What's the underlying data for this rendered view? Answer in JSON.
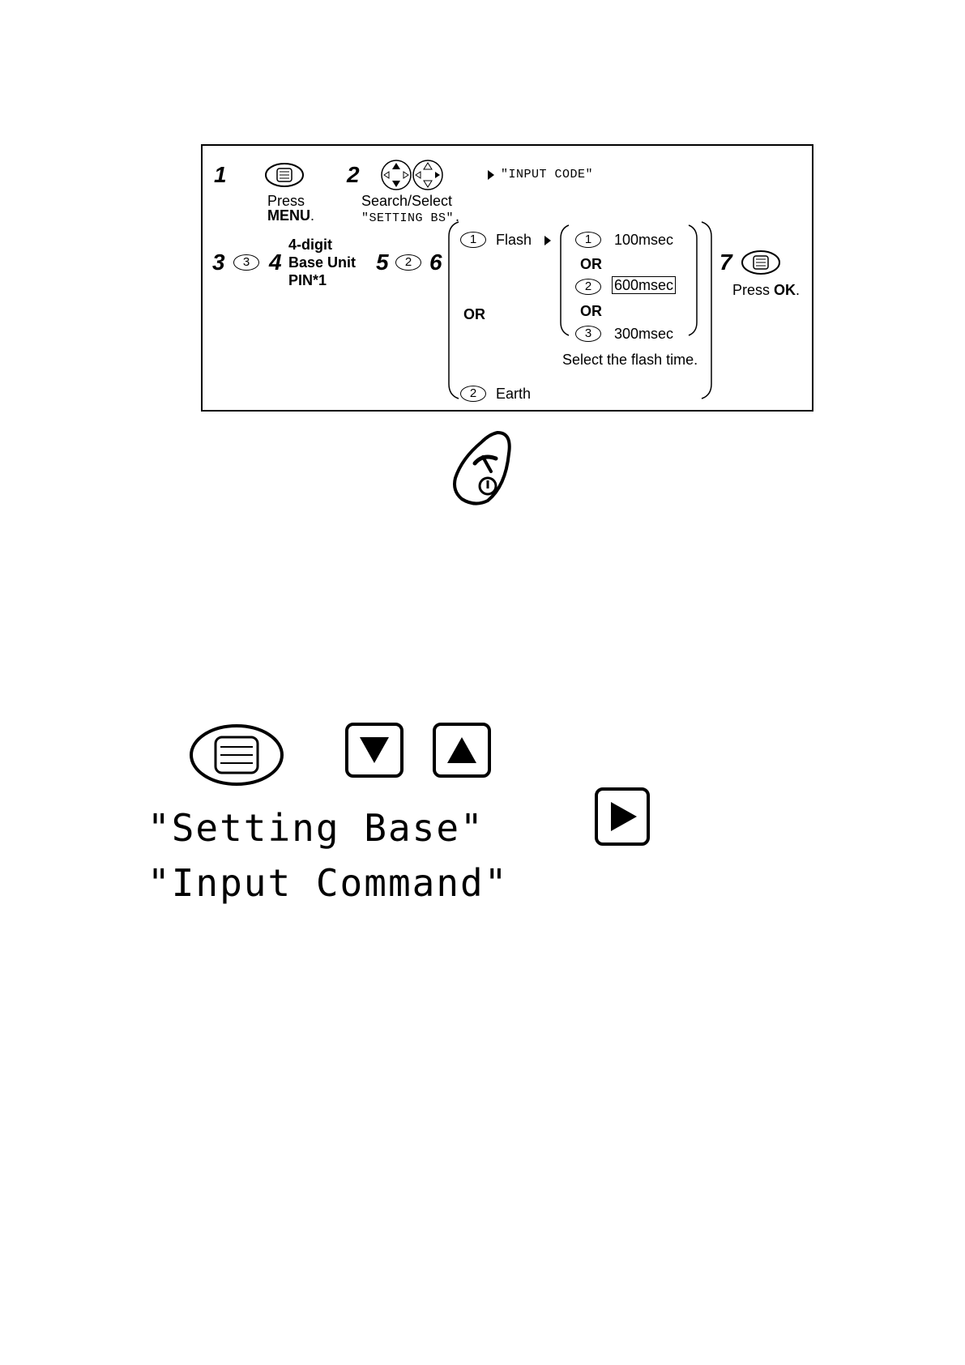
{
  "panel": {
    "step1": {
      "num": "1",
      "label_line1": "Press",
      "label_line2": "MENU",
      "label_suffix": ".",
      "icon": "menu-key-icon"
    },
    "step2": {
      "num": "2",
      "label": "Search/Select",
      "display_text": "\"SETTING BS\".",
      "icon": "navigator-key-icon"
    },
    "result_display": "\"INPUT CODE\"",
    "step3": {
      "num": "3",
      "key": "3"
    },
    "step4": {
      "num": "4",
      "line1": "4-digit",
      "line2": "Base Unit",
      "line3": "PIN*1"
    },
    "step5": {
      "num": "5",
      "key": "2"
    },
    "step6": {
      "num": "6",
      "option_flash": {
        "key": "1",
        "label": "Flash"
      },
      "or_label": "OR",
      "option_earth": {
        "key": "2",
        "label": "Earth"
      },
      "flash_times": [
        {
          "key": "1",
          "label": "100msec",
          "highlighted": false
        },
        {
          "key": "2",
          "label": "600msec",
          "highlighted": true
        },
        {
          "key": "3",
          "label": "300msec",
          "highlighted": false
        }
      ],
      "flash_or_1": "OR",
      "flash_or_2": "OR",
      "flash_note": "Select the flash time."
    },
    "step7": {
      "num": "7",
      "label_prefix": "Press ",
      "label_bold": "OK",
      "label_suffix": ".",
      "icon": "menu-key-icon"
    }
  },
  "lower": {
    "power_key_icon": "off-power-key-icon",
    "menu_key_icon": "menu-key-icon",
    "down_key_icon": "down-arrow-key-icon",
    "up_key_icon": "up-arrow-key-icon",
    "right_key_icon": "right-arrow-key-icon",
    "text_line1": "\"Setting Base\"",
    "text_line2": "\"Input Command\""
  }
}
